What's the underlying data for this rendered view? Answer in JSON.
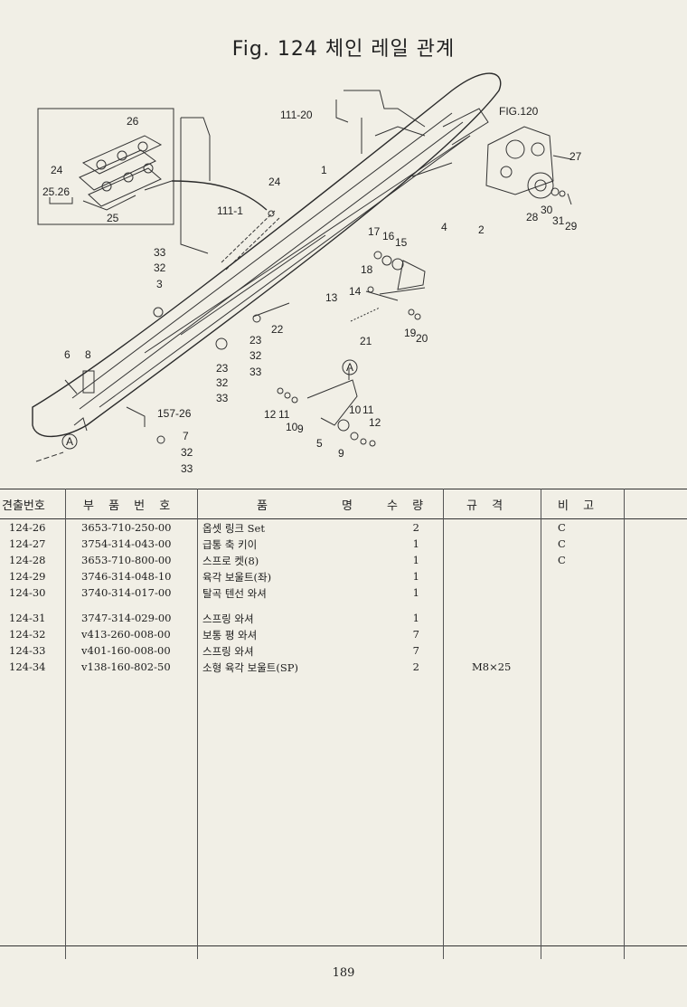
{
  "page": {
    "title": "Fig. 124 체인 레일 관계",
    "page_number": "189"
  },
  "diagram": {
    "labels": {
      "l111_20": "111-20",
      "fig120": "FIG.120",
      "l26": "26",
      "l24a": "24",
      "l25_26": "25.26",
      "l25": "25",
      "l1": "1",
      "l24b": "24",
      "l111_1": "111-1",
      "l27": "27",
      "l4": "4",
      "l2": "2",
      "l28": "28",
      "l30": "30",
      "l31": "31",
      "l29": "29",
      "l17": "17",
      "l16": "16",
      "l15": "15",
      "l18": "18",
      "l33a": "33",
      "l32a": "32",
      "l3": "3",
      "l13": "13",
      "l14": "14",
      "l22": "22",
      "l19": "19",
      "l20": "20",
      "l21": "21",
      "l23a": "23",
      "l32b": "32",
      "l33b": "33",
      "l6": "6",
      "l8": "8",
      "l23b": "23",
      "l32c": "32",
      "l33c": "33",
      "lA1": "A",
      "l12a": "12",
      "l11a": "11",
      "l10a": "10",
      "l9a": "9",
      "l10b": "10",
      "l11b": "11",
      "l12b": "12",
      "l157_26": "157-26",
      "l5": "5",
      "l9b": "9",
      "lA2": "A",
      "l7": "7",
      "l32d": "32",
      "l33d": "33"
    }
  },
  "table": {
    "headers": {
      "fig_no": "견출번호",
      "part_no": "부 품 번 호",
      "name_a": "품",
      "name_b": "명",
      "qty": "수 량",
      "spec": "규 격",
      "note": "비 고"
    },
    "rows": [
      {
        "fig": "124-26",
        "part": "3653-710-250-00",
        "name": "옵셋 링크 Set",
        "qty": "2",
        "spec": "",
        "note": "C"
      },
      {
        "fig": "124-27",
        "part": "3754-314-043-00",
        "name": "급통 축 키이",
        "qty": "1",
        "spec": "",
        "note": "C"
      },
      {
        "fig": "124-28",
        "part": "3653-710-800-00",
        "name": "스프로 켓(8)",
        "qty": "1",
        "spec": "",
        "note": "C"
      },
      {
        "fig": "124-29",
        "part": "3746-314-048-10",
        "name": "육각 보울트(좌)",
        "qty": "1",
        "spec": "",
        "note": ""
      },
      {
        "fig": "124-30",
        "part": "3740-314-017-00",
        "name": "탈곡 텐선 와셔",
        "qty": "1",
        "spec": "",
        "note": ""
      },
      {
        "fig": "124-31",
        "part": "3747-314-029-00",
        "name": "스프링 와셔",
        "qty": "1",
        "spec": "",
        "note": ""
      },
      {
        "fig": "124-32",
        "part": "v413-260-008-00",
        "name": "보통 평 와셔",
        "qty": "7",
        "spec": "",
        "note": ""
      },
      {
        "fig": "124-33",
        "part": "v401-160-008-00",
        "name": "스프링 와셔",
        "qty": "7",
        "spec": "",
        "note": ""
      },
      {
        "fig": "124-34",
        "part": "v138-160-802-50",
        "name": "소형 육각 보울트(SP)",
        "qty": "2",
        "spec": "M8×25",
        "note": ""
      }
    ]
  }
}
